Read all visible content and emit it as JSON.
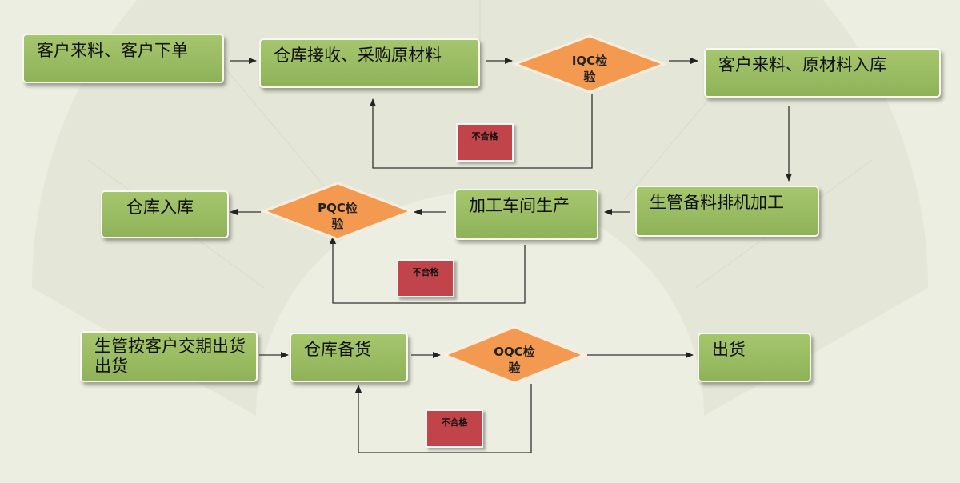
{
  "nodes": {
    "customer_order": "客户来料、客户下单",
    "warehouse_receive": "仓库接收、采购原材料",
    "iqc": "IQC检验",
    "customer_material_in": "客户来料、原材料入库",
    "production_prep": "生管备料排机加工",
    "workshop_production": "加工车间生产",
    "pqc": "PQC检验",
    "warehouse_in": "仓库入库",
    "ship_schedule": "生管按客户交期出货出货",
    "warehouse_prepare": "仓库备货",
    "oqc": "OQC检验",
    "ship": "出货"
  },
  "fail_labels": {
    "iqc": "不合格",
    "pqc": "不合格",
    "oqc": "不合格"
  },
  "colors": {
    "box": "#9abd62",
    "diamond": "#f49a50",
    "fail": "#c1444a",
    "arrow": "#333333"
  }
}
